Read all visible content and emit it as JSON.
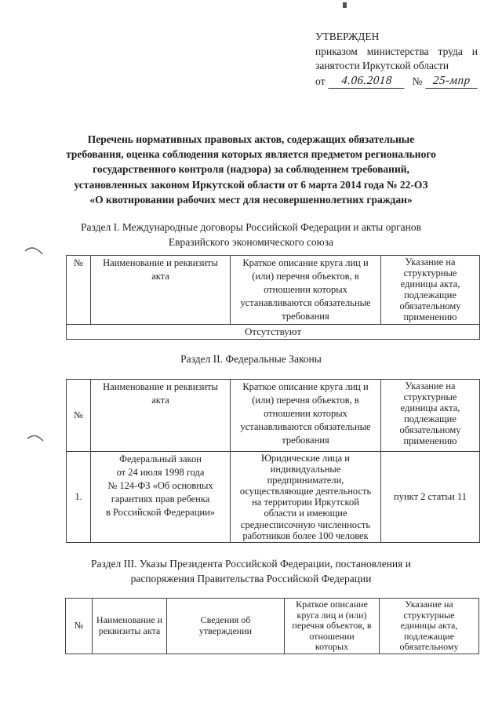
{
  "colors": {
    "page_bg": "#ffffff",
    "text": "#1d1d1d",
    "table_border": "#424242"
  },
  "approval": {
    "status": "УТВЕРЖДЕН",
    "authority": "приказом министерства труда и занятости Иркутской области",
    "date_prefix": "от",
    "date_value": "4.06.2018",
    "number_prefix": "№",
    "number_value": "25-мпр"
  },
  "title": "Перечень нормативных правовых актов, содержащих обязательные\nтребования, оценка соблюдения которых является предметом регионального\nгосударственного контроля (надзора) за соблюдением требований,\nустановленных законом Иркутской области от 6 марта 2014 года № 22-ОЗ\n«О квотировании  рабочих мест для несовершеннолетних граждан»",
  "section1": {
    "heading": "Раздел I. Международные договоры Российской Федерации и акты органов\nЕвразийского экономического союза"
  },
  "table1": {
    "headers": [
      "№",
      "Наименование и реквизиты\nакта",
      "Краткое описание круга лиц и\n(или) перечня объектов, в\nотношении которых\nустанавливаются обязательные\nтребования",
      "Указание на\nструктурные\nединицы акта,\nподлежащие\nобязательному\nприменению"
    ],
    "empty_value": "Отсутствуют"
  },
  "section2": {
    "heading": "Раздел II. Федеральные Законы"
  },
  "table2": {
    "headers": [
      "№",
      "Наименование и реквизиты\nакта",
      "Краткое описание круга лиц и\n(или) перечня объектов, в\nотношении которых\nустанавливаются обязательные\nтребования",
      "Указание на\nструктурные\nединицы акта,\nподлежащие\nобязательному\nприменению"
    ],
    "row": {
      "num": "1.",
      "act": "Федеральный закон\nот 24 июля 1998 года\n№ 124-ФЗ «Об основных\nгарантиях прав ребенка\nв Российской Федерации»",
      "scope": "Юридические лица и\nиндивидуальные\nпредприниматели,\nосуществляющие деятельность\nна территории Иркутской\nобласти и имеющие\nсреднесписочную численность\nработников более 100 человек",
      "units": "пункт 2 статьи 11"
    }
  },
  "section3": {
    "heading": "Раздел III. Указы Президента Российской Федерации, постановления и\nраспоряжения Правительства Российской Федерации"
  },
  "table3": {
    "headers": [
      "№",
      "Наименование и\nреквизиты акта",
      "Сведения об\nутверждении",
      "Краткое описание\nкруга лиц и (или)\nперечня объектов, в\nотношении\nкоторых",
      "Указание на\nструктурные\nединицы акта,\nподлежащие\nобязательному"
    ]
  }
}
